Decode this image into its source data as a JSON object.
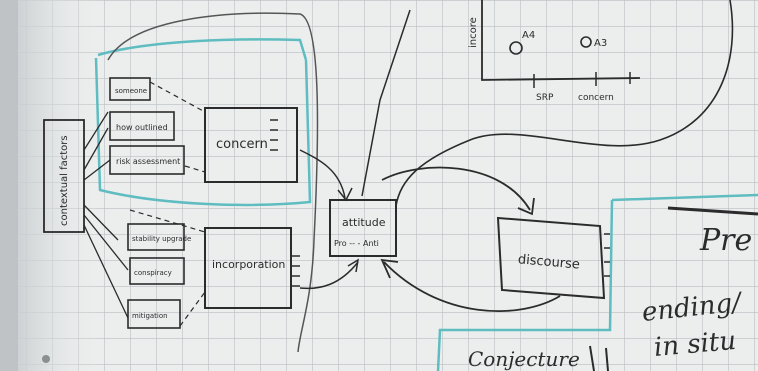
{
  "scene": {
    "boxes": {
      "contextual_factors": "contextual factors",
      "small_top": "someone",
      "small_mid": "how outlined",
      "small_bottom": "risk assessment",
      "concern": "concern",
      "small_l1": "stability upgrade",
      "small_l2": "conspiracy",
      "small_l3": "mitigation",
      "incorporation": "incorporation",
      "attitude": "attitude",
      "attitude_sub": "Pro -- - Anti",
      "discourse": "discourse"
    },
    "plot": {
      "y_label": "incore",
      "points": [
        "A4",
        "A3"
      ],
      "x_labels": [
        "SRP",
        "concern"
      ]
    },
    "right_text": {
      "pre": "Pre",
      "ending": "ending/",
      "in_situ": "in situ",
      "conjecture": "Conjecture"
    },
    "colors": {
      "board": "#eceeee",
      "grid": "#b9bfc2",
      "ink": "#2b2b2b",
      "teal": "#5fbcc0"
    }
  }
}
